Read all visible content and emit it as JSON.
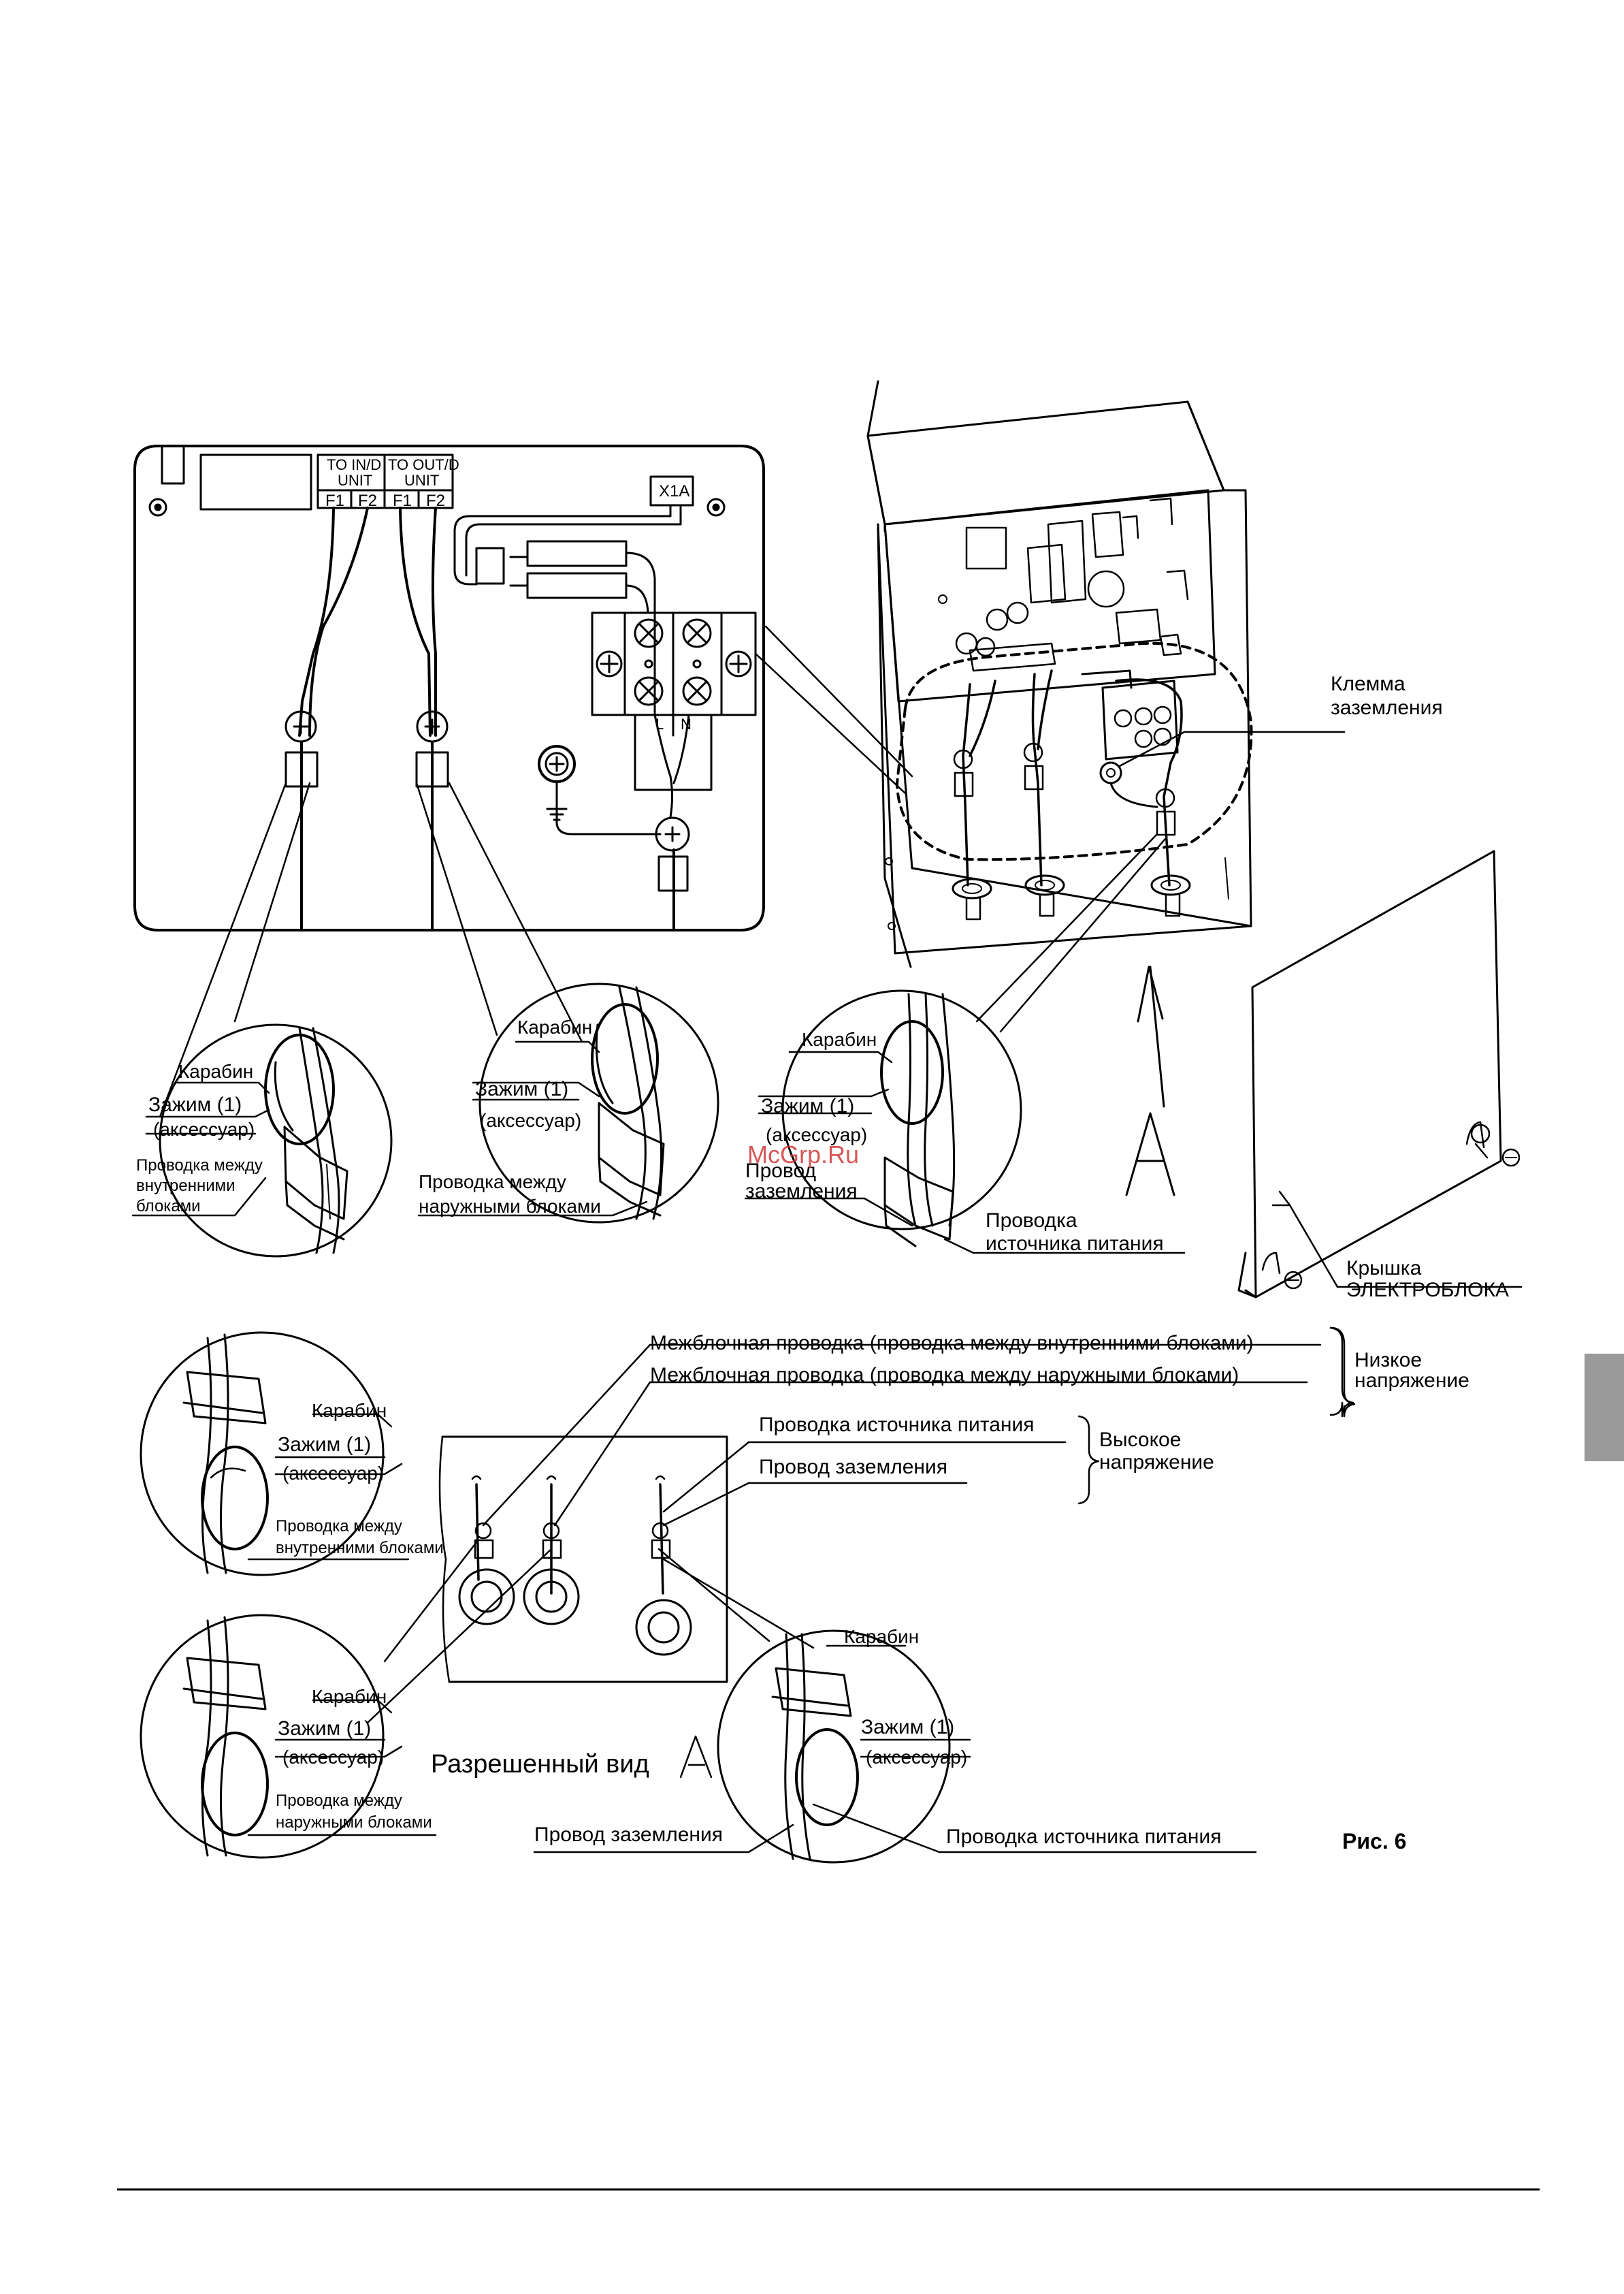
{
  "figure_caption": "Рис. 6",
  "watermark": "McGrp.Ru",
  "terminal_block": {
    "in_unit_header": "TO IN/D UNIT",
    "in_unit_line1": "TO IN/D",
    "in_unit_line2": "UNIT",
    "out_unit_line1": "TO OUT/D",
    "out_unit_line2": "UNIT",
    "terminals": [
      "F1",
      "F2",
      "F1",
      "F2"
    ],
    "connector": "X1A",
    "power_terminals": [
      "L",
      "N"
    ]
  },
  "detail_left": {
    "carabiner": "Карабин",
    "clamp": "Зажим (1)",
    "accessory": "(аксессуар)",
    "wiring_line1": "Проводка между",
    "wiring_line2": "внутренними",
    "wiring_line3": "блоками"
  },
  "detail_middle": {
    "carabiner": "Карабин",
    "clamp": "Зажим (1)",
    "accessory": "(аксессуар)",
    "wiring_line1": "Проводка между",
    "wiring_line2": "наружными блоками"
  },
  "detail_right": {
    "carabiner": "Карабин",
    "clamp": "Зажим (1)",
    "accessory": "(аксессуар)",
    "ground_line1": "Провод",
    "ground_line2": "заземления",
    "power_line1": "Проводка",
    "power_line2": "источника питания"
  },
  "unit_labels": {
    "ground_terminal_line1": "Клемма",
    "ground_terminal_line2": "заземления",
    "view_letter": "A",
    "cover_line1": "Крышка",
    "cover_line2": "ЭЛЕКТРОБЛОКА"
  },
  "legend": {
    "inter_indoor": "Межблочная проводка (проводка между внутренними блоками)",
    "inter_outdoor": "Межблочная проводка (проводка между наружными блоками)",
    "low_voltage_line1": "Низкое",
    "low_voltage_line2": "напряжение",
    "power_supply": "Проводка источника питания",
    "ground_wire": "Провод заземления",
    "high_voltage_line1": "Высокое",
    "high_voltage_line2": "напряжение"
  },
  "bottom_left_top": {
    "carabiner": "Карабин",
    "clamp": "Зажим (1)",
    "accessory": "(аксессуар)",
    "wiring_line1": "Проводка между",
    "wiring_line2": "внутренними блоками"
  },
  "bottom_left_bottom": {
    "carabiner": "Карабин",
    "clamp": "Зажим (1)",
    "accessory": "(аксессуар)",
    "wiring_line1": "Проводка между",
    "wiring_line2": "наружными блоками"
  },
  "bottom_right": {
    "carabiner": "Карабин",
    "clamp": "Зажим (1)",
    "accessory": "(аксессуар)"
  },
  "view_a": {
    "title": "Разрешенный вид",
    "letter": "A",
    "ground_wire": "Провод заземления",
    "power_supply": "Проводка источника питания"
  }
}
